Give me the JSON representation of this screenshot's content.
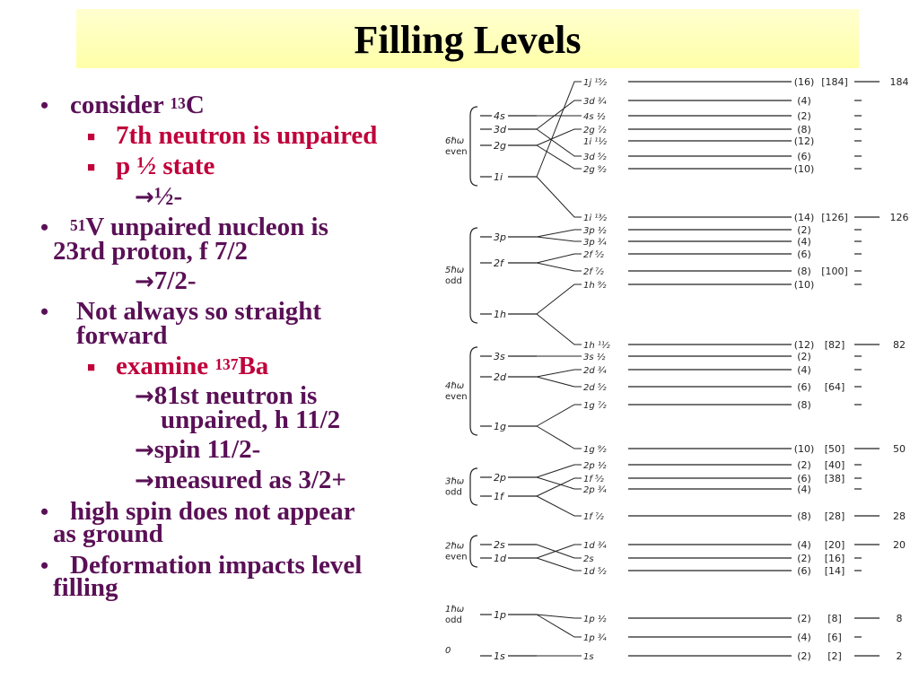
{
  "title": "Filling Levels",
  "bullets": {
    "b1": {
      "text": "consider ",
      "sup": "13",
      "tail": "C"
    },
    "b1a": "7th neutron is unpaired",
    "b1b": "p ½ state",
    "b1c": "½-",
    "b2": {
      "sup": "51",
      "line1": "V unpaired nucleon is",
      "line2": "23rd proton, f 7/2"
    },
    "b2a": "7/2-",
    "b3": {
      "line1": "Not always so straight",
      "line2": "forward"
    },
    "b3a": {
      "text": "examine ",
      "sup": "137",
      "tail": "Ba"
    },
    "b3b": {
      "line1": "81st neutron is",
      "line2": "unpaired, h 11/2"
    },
    "b3c": "spin 11/2-",
    "b3d": "measured as 3/2+",
    "b4": {
      "line1": "high spin does not appear",
      "line2": "as ground"
    },
    "b5": {
      "line1": "Deformation impacts level",
      "line2": "filling"
    }
  },
  "diagram": {
    "shells": [
      {
        "osc": "0",
        "parity": "",
        "levels": [
          "1s"
        ]
      },
      {
        "osc": "1ℏω",
        "parity": "odd",
        "levels": [
          "1p"
        ]
      },
      {
        "osc": "2ℏω",
        "parity": "even",
        "levels": [
          "2s",
          "1d"
        ]
      },
      {
        "osc": "3ℏω",
        "parity": "odd",
        "levels": [
          "2p",
          "1f"
        ]
      },
      {
        "osc": "4ℏω",
        "parity": "even",
        "levels": [
          "3s",
          "2d",
          "1g"
        ]
      },
      {
        "osc": "5ℏω",
        "parity": "odd",
        "levels": [
          "3p",
          "2f",
          "1h"
        ]
      },
      {
        "osc": "6ℏω",
        "parity": "even",
        "levels": [
          "4s",
          "3d",
          "2g",
          "1i"
        ]
      }
    ],
    "split_levels": [
      {
        "label": "1s",
        "occ": "(2)",
        "cum": "[2]",
        "magic": "2"
      },
      {
        "label": "1p ½",
        "occ": "(2)",
        "cum": "[8]",
        "magic": "8"
      },
      {
        "label": "1p ¾",
        "occ": "(4)",
        "cum": "[6]",
        "magic": ""
      },
      {
        "label": "1d ⁵⁄₂",
        "occ": "(6)",
        "cum": "[14]",
        "magic": ""
      },
      {
        "label": "2s",
        "occ": "(2)",
        "cum": "[16]",
        "magic": ""
      },
      {
        "label": "1d ¾",
        "occ": "(4)",
        "cum": "[20]",
        "magic": "20"
      },
      {
        "label": "1f ⁷⁄₂",
        "occ": "(8)",
        "cum": "[28]",
        "magic": "28"
      },
      {
        "label": "2p ¾",
        "occ": "(4)",
        "cum": "",
        "magic": ""
      },
      {
        "label": "1f ⁵⁄₂",
        "occ": "(6)",
        "cum": "[38]",
        "magic": ""
      },
      {
        "label": "2p ½",
        "occ": "(2)",
        "cum": "[40]",
        "magic": ""
      },
      {
        "label": "1g ⁹⁄₂",
        "occ": "(10)",
        "cum": "[50]",
        "magic": "50"
      },
      {
        "label": "1g ⁷⁄₂",
        "occ": "(8)",
        "cum": "",
        "magic": ""
      },
      {
        "label": "2d ⁵⁄₂",
        "occ": "(6)",
        "cum": "[64]",
        "magic": ""
      },
      {
        "label": "2d ¾",
        "occ": "(4)",
        "cum": "",
        "magic": ""
      },
      {
        "label": "3s ½",
        "occ": "(2)",
        "cum": "",
        "magic": ""
      },
      {
        "label": "1h ¹¹⁄₂",
        "occ": "(12)",
        "cum": "[82]",
        "magic": "82"
      },
      {
        "label": "1h ⁹⁄₂",
        "occ": "(10)",
        "cum": "",
        "magic": ""
      },
      {
        "label": "2f ⁷⁄₂",
        "occ": "(8)",
        "cum": "[100]",
        "magic": ""
      },
      {
        "label": "2f ⁵⁄₂",
        "occ": "(6)",
        "cum": "",
        "magic": ""
      },
      {
        "label": "3p ¾",
        "occ": "(4)",
        "cum": "",
        "magic": ""
      },
      {
        "label": "3p ½",
        "occ": "(2)",
        "cum": "",
        "magic": ""
      },
      {
        "label": "1i ¹³⁄₂",
        "occ": "(14)",
        "cum": "[126]",
        "magic": "126"
      },
      {
        "label": "2g ⁹⁄₂",
        "occ": "(10)",
        "cum": "",
        "magic": ""
      },
      {
        "label": "3d ⁵⁄₂",
        "occ": "(6)",
        "cum": "",
        "magic": ""
      },
      {
        "label": "1i ¹¹⁄₂",
        "occ": "(12)",
        "cum": "",
        "magic": ""
      },
      {
        "label": "2g ⁷⁄₂",
        "occ": "(8)",
        "cum": "",
        "magic": ""
      },
      {
        "label": "4s ½",
        "occ": "(2)",
        "cum": "",
        "magic": ""
      },
      {
        "label": "3d ¾",
        "occ": "(4)",
        "cum": "",
        "magic": ""
      },
      {
        "label": "1j ¹⁵⁄₂",
        "occ": "(16)",
        "cum": "[184]",
        "magic": "184"
      }
    ]
  }
}
